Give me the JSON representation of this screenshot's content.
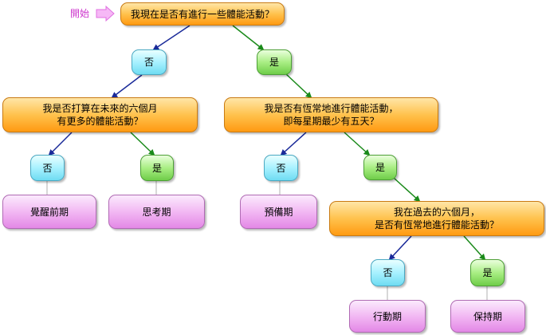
{
  "start": {
    "label": "開始"
  },
  "nodes": {
    "q1": {
      "text": "我現在是否有進行一些體能活動？"
    },
    "q1_no": {
      "text": "否"
    },
    "q1_yes": {
      "text": "是"
    },
    "q2": {
      "line1": "我是否打算在未來的六個月",
      "line2": "有更多的體能活動？"
    },
    "q3": {
      "line1": "我是否有恆常地進行體能活動，",
      "line2": "即每星期最少有五天？"
    },
    "q2_no": {
      "text": "否"
    },
    "q2_yes": {
      "text": "是"
    },
    "q3_no": {
      "text": "否"
    },
    "q3_yes": {
      "text": "是"
    },
    "s_pre": {
      "text": "覺醒前期"
    },
    "s_contemp": {
      "text": "思考期"
    },
    "s_prep": {
      "text": "預備期"
    },
    "q4": {
      "line1": "我在過去的六個月，",
      "line2": "是否有恆常地進行體能活動？"
    },
    "q4_no": {
      "text": "否"
    },
    "q4_yes": {
      "text": "是"
    },
    "s_action": {
      "text": "行動期"
    },
    "s_maint": {
      "text": "保持期"
    }
  },
  "colors": {
    "no_arrow": "#1a2a99",
    "yes_arrow": "#1a8a1a",
    "connector": "#b0b0b0",
    "start_arrow": "#ee77ee"
  }
}
